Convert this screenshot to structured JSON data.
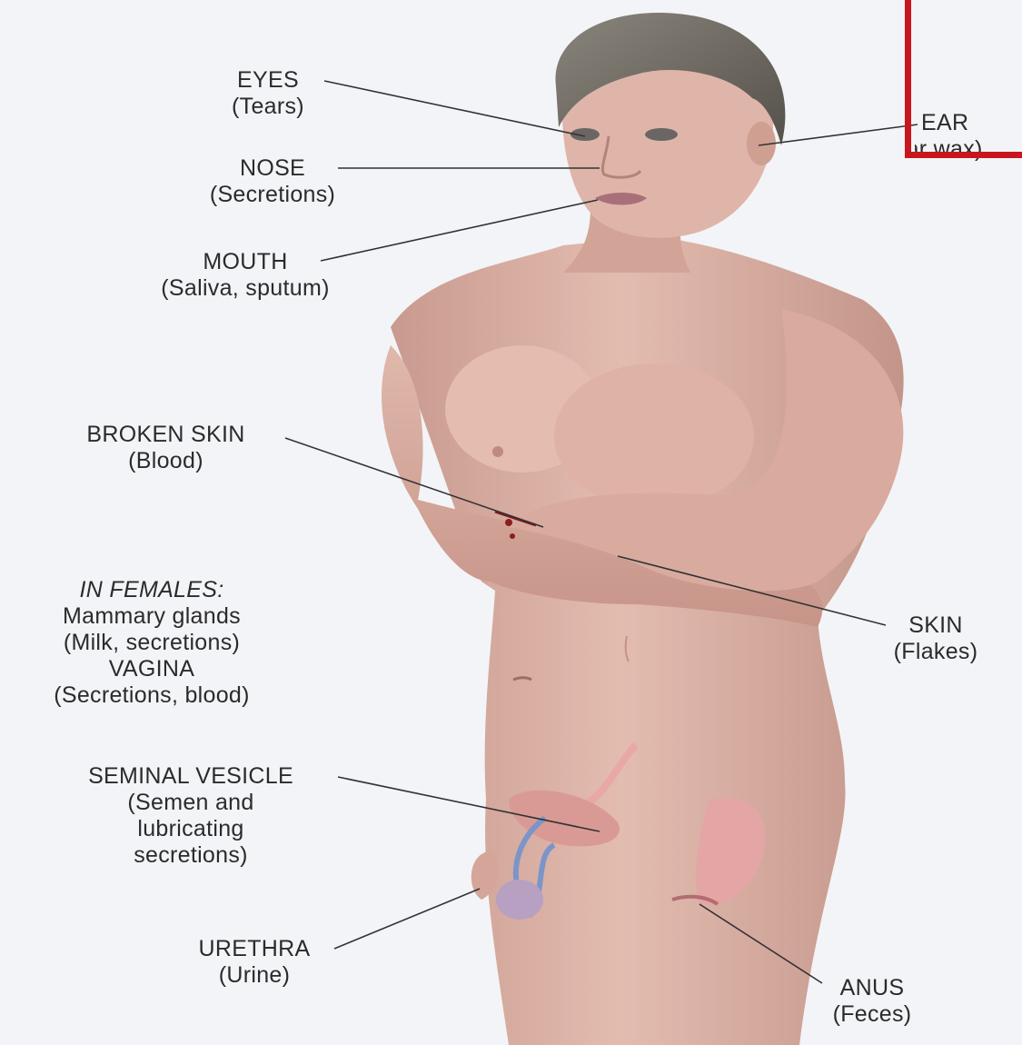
{
  "labels": {
    "eyes": {
      "name": "EYES",
      "fluid": "(Tears)"
    },
    "nose": {
      "name": "NOSE",
      "fluid": "(Secretions)"
    },
    "mouth": {
      "name": "MOUTH",
      "fluid": "(Saliva, sputum)"
    },
    "ear": {
      "name": "EAR",
      "fluid": "(Ear wax)"
    },
    "broken_skin": {
      "name": "BROKEN SKIN",
      "fluid": "(Blood)"
    },
    "females": {
      "heading": "IN FEMALES:",
      "line1": "Mammary glands",
      "line2": "(Milk, secretions)",
      "line3": "VAGINA",
      "line4": "(Secretions, blood)"
    },
    "skin": {
      "name": "SKIN",
      "fluid": "(Flakes)"
    },
    "seminal_vesicle": {
      "name": "SEMINAL VESICLE",
      "line1": "(Semen and",
      "line2": "lubricating",
      "line3": "secretions)"
    },
    "urethra": {
      "name": "URETHRA",
      "fluid": "(Urine)"
    },
    "anus": {
      "name": "ANUS",
      "fluid": "(Feces)"
    }
  },
  "colors": {
    "background": "#f3f4f7",
    "skin": "#dcb3a7",
    "skin_shadow": "#c18f85",
    "hair": "#6e6a63",
    "highlight_box": "#c8161d",
    "leader_lines": "#333333"
  }
}
